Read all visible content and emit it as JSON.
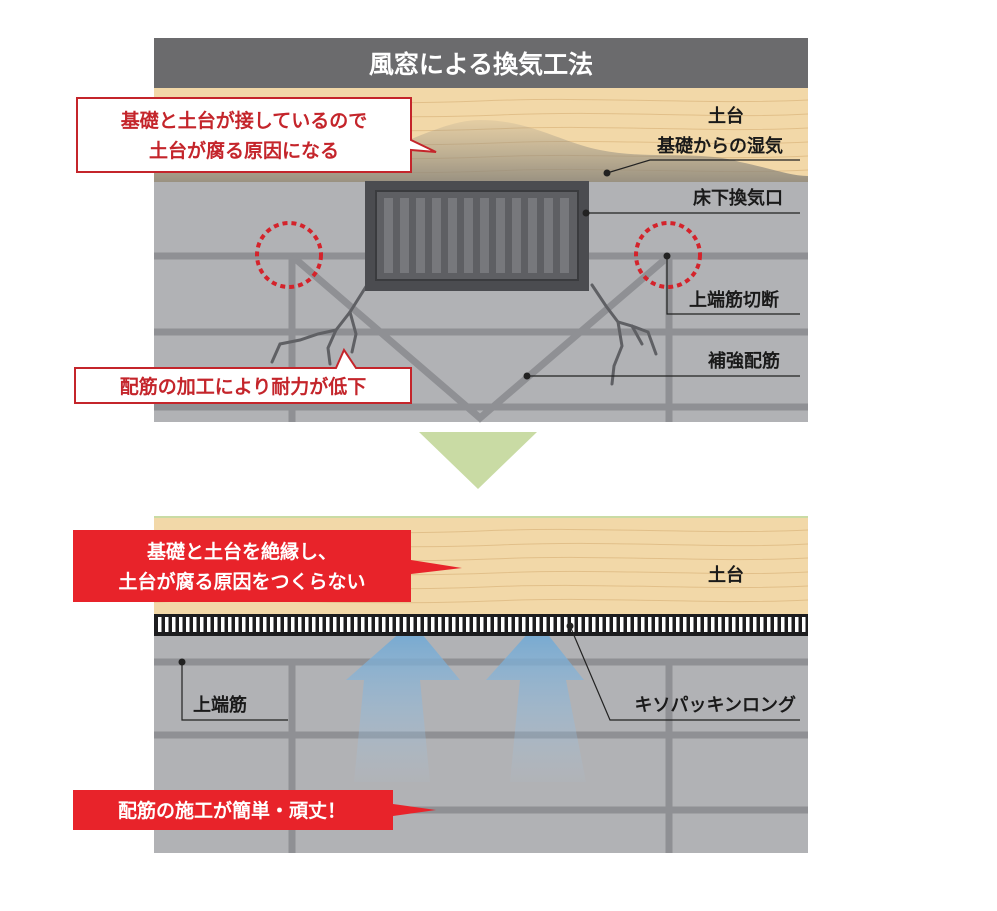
{
  "top": {
    "title": "風窓による換気工法",
    "label_dodai": "土台",
    "label_shikke": "基礎からの湿気",
    "label_vent": "床下換気口",
    "label_cut": "上端筋切断",
    "label_hokyo": "補強配筋",
    "callout1_line1": "基礎と土台が接しているので",
    "callout1_line2": "土台が腐る原因になる",
    "callout2": "配筋の加工により耐力が低下"
  },
  "bottom": {
    "label_dodai": "土台",
    "label_uwabakin": "上端筋",
    "label_packing": "キソパッキンロング",
    "callout1_line1": "基礎と土台を絶縁し、",
    "callout1_line2": "土台が腐る原因をつくらない",
    "callout2": "配筋の施工が簡単・頑丈！"
  },
  "colors": {
    "title_bar": "#6b6b6d",
    "wood": "#f2d8a8",
    "concrete": "#b1b2b5",
    "rebar": "#8f9094",
    "callout_red": "#c4252b",
    "callout_fill": "#e8232a",
    "arrow_green": "#c9dba4",
    "air_blue": "#7aaed3"
  }
}
